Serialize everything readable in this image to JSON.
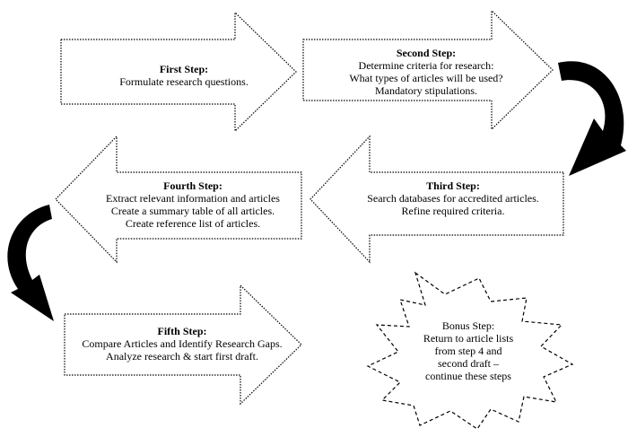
{
  "steps": [
    {
      "title": "First Step:",
      "lines": [
        "Formulate research questions."
      ]
    },
    {
      "title": "Second Step:",
      "lines": [
        "Determine criteria for research:",
        "What types of articles will be used?",
        "Mandatory stipulations."
      ]
    },
    {
      "title": "Third Step:",
      "lines": [
        "Search databases for accredited articles.",
        "Refine required criteria."
      ]
    },
    {
      "title": "Fourth Step:",
      "lines": [
        "Extract relevant information and articles",
        "Create a summary table of all articles.",
        "Create reference list of articles."
      ]
    },
    {
      "title": "Fifth Step:",
      "lines": [
        "Compare Articles and Identify Research Gaps.",
        "Analyze research & start first draft."
      ]
    }
  ],
  "bonus": {
    "title": "Bonus Step:",
    "lines": [
      "Return to article lists",
      "from step 4 and",
      "second draft –",
      "continue these steps"
    ]
  },
  "colors": {
    "outline": "#000000",
    "fill": "#ffffff",
    "curved_arrow": "#000000"
  }
}
